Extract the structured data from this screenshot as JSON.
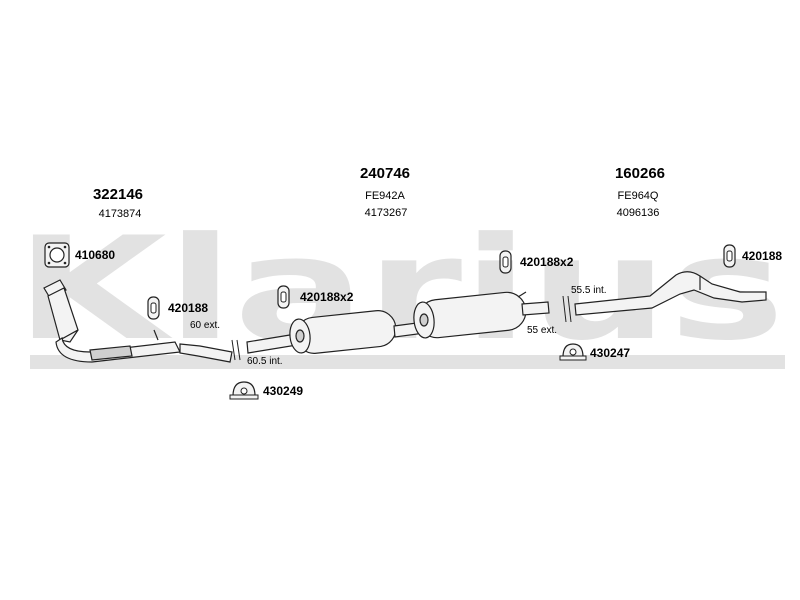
{
  "watermark": {
    "text": "Klarius",
    "color": "#e2e2e2"
  },
  "colors": {
    "line": "#222222",
    "shade": "#cfcfcf",
    "fill": "#f3f3f3"
  },
  "sections": [
    {
      "part_number": "322146",
      "oem_ref": "4173874"
    },
    {
      "part_number": "240746",
      "code": "FE942A",
      "oem_ref": "4173267"
    },
    {
      "part_number": "160266",
      "code": "FE964Q",
      "oem_ref": "4096136"
    }
  ],
  "parts": {
    "gasket": {
      "number": "410680",
      "icon": "gasket-icon"
    },
    "mount_front": {
      "number": "420188",
      "icon": "rubber-mount-icon"
    },
    "mount_mid": {
      "number": "420188x2",
      "icon": "rubber-mount-icon"
    },
    "mount_center": {
      "number": "420188x2",
      "icon": "rubber-mount-icon"
    },
    "mount_rear": {
      "number": "420188",
      "icon": "rubber-mount-icon"
    },
    "clamp_front": {
      "number": "430249",
      "icon": "clamp-icon"
    },
    "clamp_rear": {
      "number": "430247",
      "icon": "clamp-icon"
    }
  },
  "dimensions": {
    "front_ext": "60 ext.",
    "front_int": "60.5 int.",
    "rear_int": "55.5 int.",
    "rear_ext": "55 ext."
  }
}
